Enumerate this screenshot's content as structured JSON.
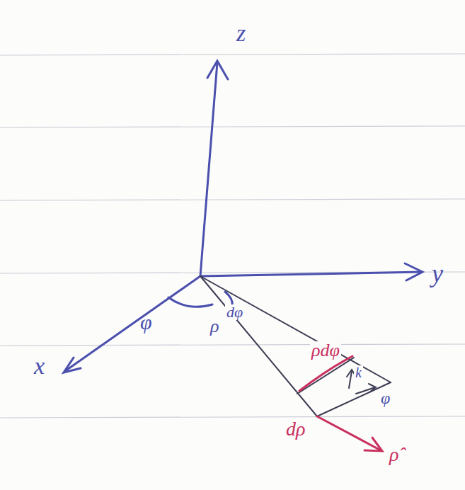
{
  "diagram": {
    "labels": [
      "z",
      "y",
      "x",
      "φ",
      "dφ",
      "ρ",
      "ρdφ",
      "k",
      "φ",
      "dρ",
      "ρ̂"
    ]
  }
}
